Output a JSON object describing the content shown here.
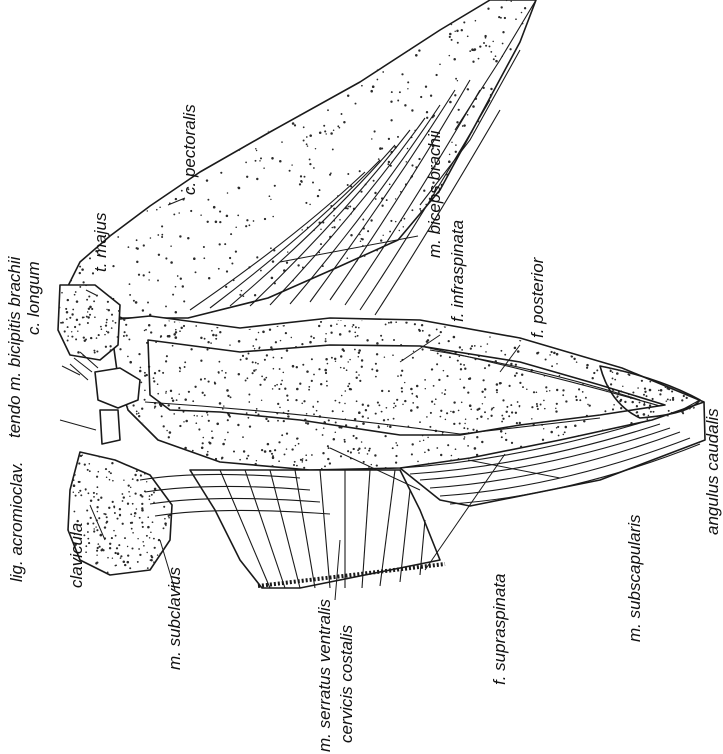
{
  "labels": {
    "c_pectoralis": "c. pectoralis",
    "m_biceps_brachii": "m. biceps brachii",
    "t_majus": "t. majus",
    "tendo_line1": "tendo m. bicipitis brachii",
    "tendo_line2": "c. longum",
    "f_infraspinata": "f. infraspinata",
    "f_posterior": "f. posterior",
    "angulus_caudalis": "angulus caudalis",
    "lig_acromioclav": "lig. acromioclav.",
    "clavicula": "clavicula",
    "m_subclavius": "m. subclavius",
    "m_serratus_line1": "m. serratus ventralis",
    "m_serratus_line2": "cervicis costalis",
    "f_supraspinata": "f. supraspinata",
    "m_subscapularis": "m. subscapularis"
  }
}
